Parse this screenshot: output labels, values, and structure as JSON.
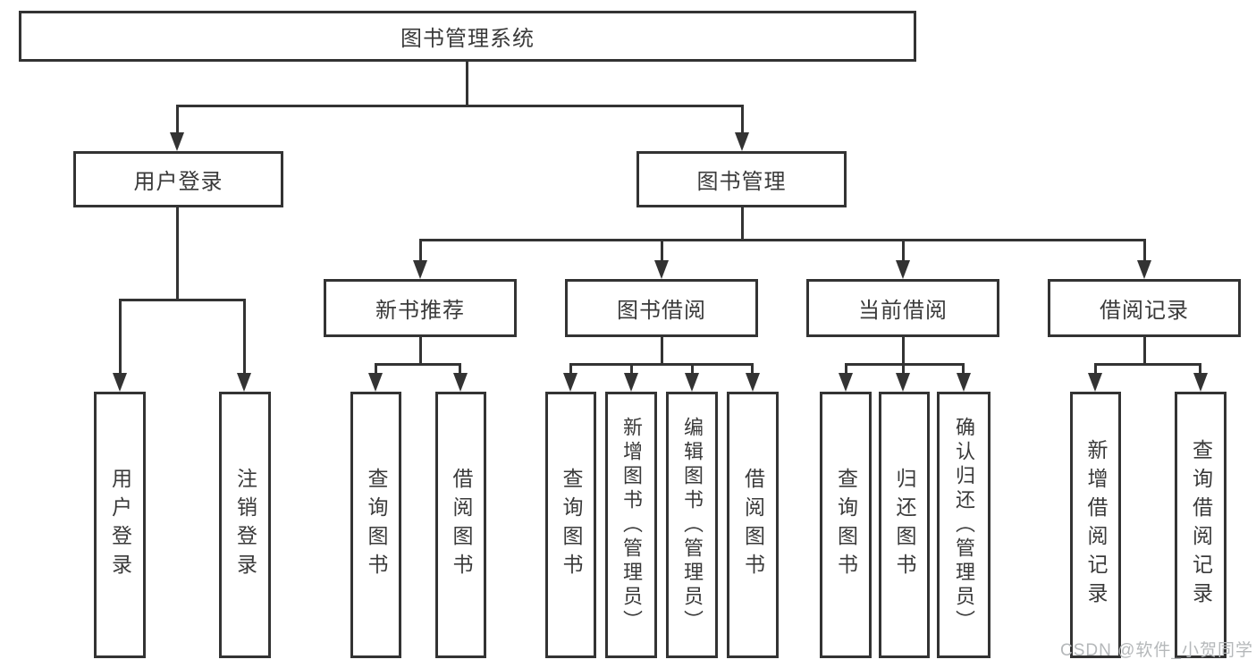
{
  "diagram": {
    "root": {
      "label": "图书管理系统"
    },
    "user_login": {
      "label": "用户登录",
      "children": [
        {
          "label": "用户登录"
        },
        {
          "label": "注销登录"
        }
      ]
    },
    "book_management": {
      "label": "图书管理",
      "groups": [
        {
          "label": "新书推荐",
          "children": [
            {
              "label": "查询图书"
            },
            {
              "label": "借阅图书"
            }
          ]
        },
        {
          "label": "图书借阅",
          "children": [
            {
              "label": "查询图书"
            },
            {
              "label": "新增图书（管理员）"
            },
            {
              "label": "编辑图书（管理员）"
            },
            {
              "label": "借阅图书"
            }
          ]
        },
        {
          "label": "当前借阅",
          "children": [
            {
              "label": "查询图书"
            },
            {
              "label": "归还图书"
            },
            {
              "label": "确认归还（管理员）"
            }
          ]
        },
        {
          "label": "借阅记录",
          "children": [
            {
              "label": "新增借阅记录"
            },
            {
              "label": "查询借阅记录"
            }
          ]
        }
      ]
    }
  },
  "watermark": {
    "text": "CSDN @软件_小贺同学"
  },
  "colors": {
    "border": "#333333",
    "line": "#333333",
    "text": "#3a3a3a",
    "watermark": "#b5b8ba",
    "background": "#ffffff"
  }
}
